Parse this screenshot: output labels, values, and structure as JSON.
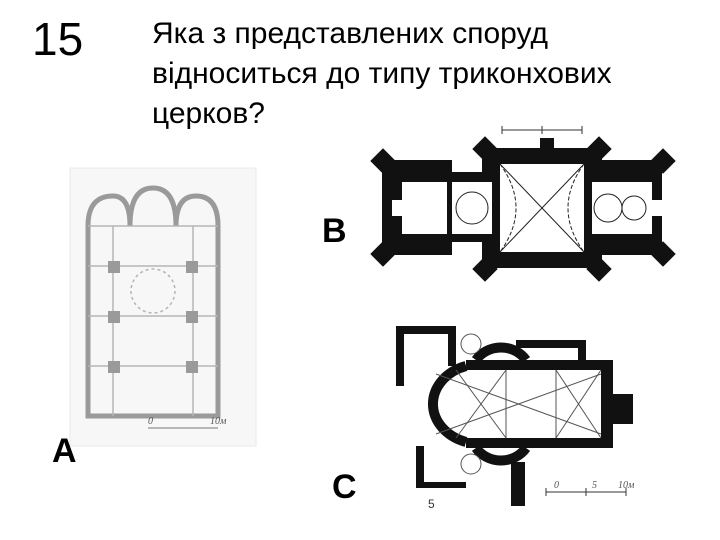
{
  "question": {
    "number": "15",
    "text": "Яка з представлених споруд відноситься до типу триконхових церков?"
  },
  "options": [
    {
      "letter": "A",
      "plan": "basilica-plan"
    },
    {
      "letter": "B",
      "plan": "cross-dome-plan"
    },
    {
      "letter": "C",
      "plan": "triconch-plan"
    }
  ],
  "plan_a": {
    "scale_zero": "0",
    "scale_end": "10м"
  },
  "plan_c": {
    "figure_number": "5",
    "scale_zero": "0",
    "scale_mid": "5",
    "scale_end": "10м"
  },
  "colors": {
    "wall": "#111111",
    "plan_a_wall": "#9a9a9a",
    "line": "#444444"
  }
}
